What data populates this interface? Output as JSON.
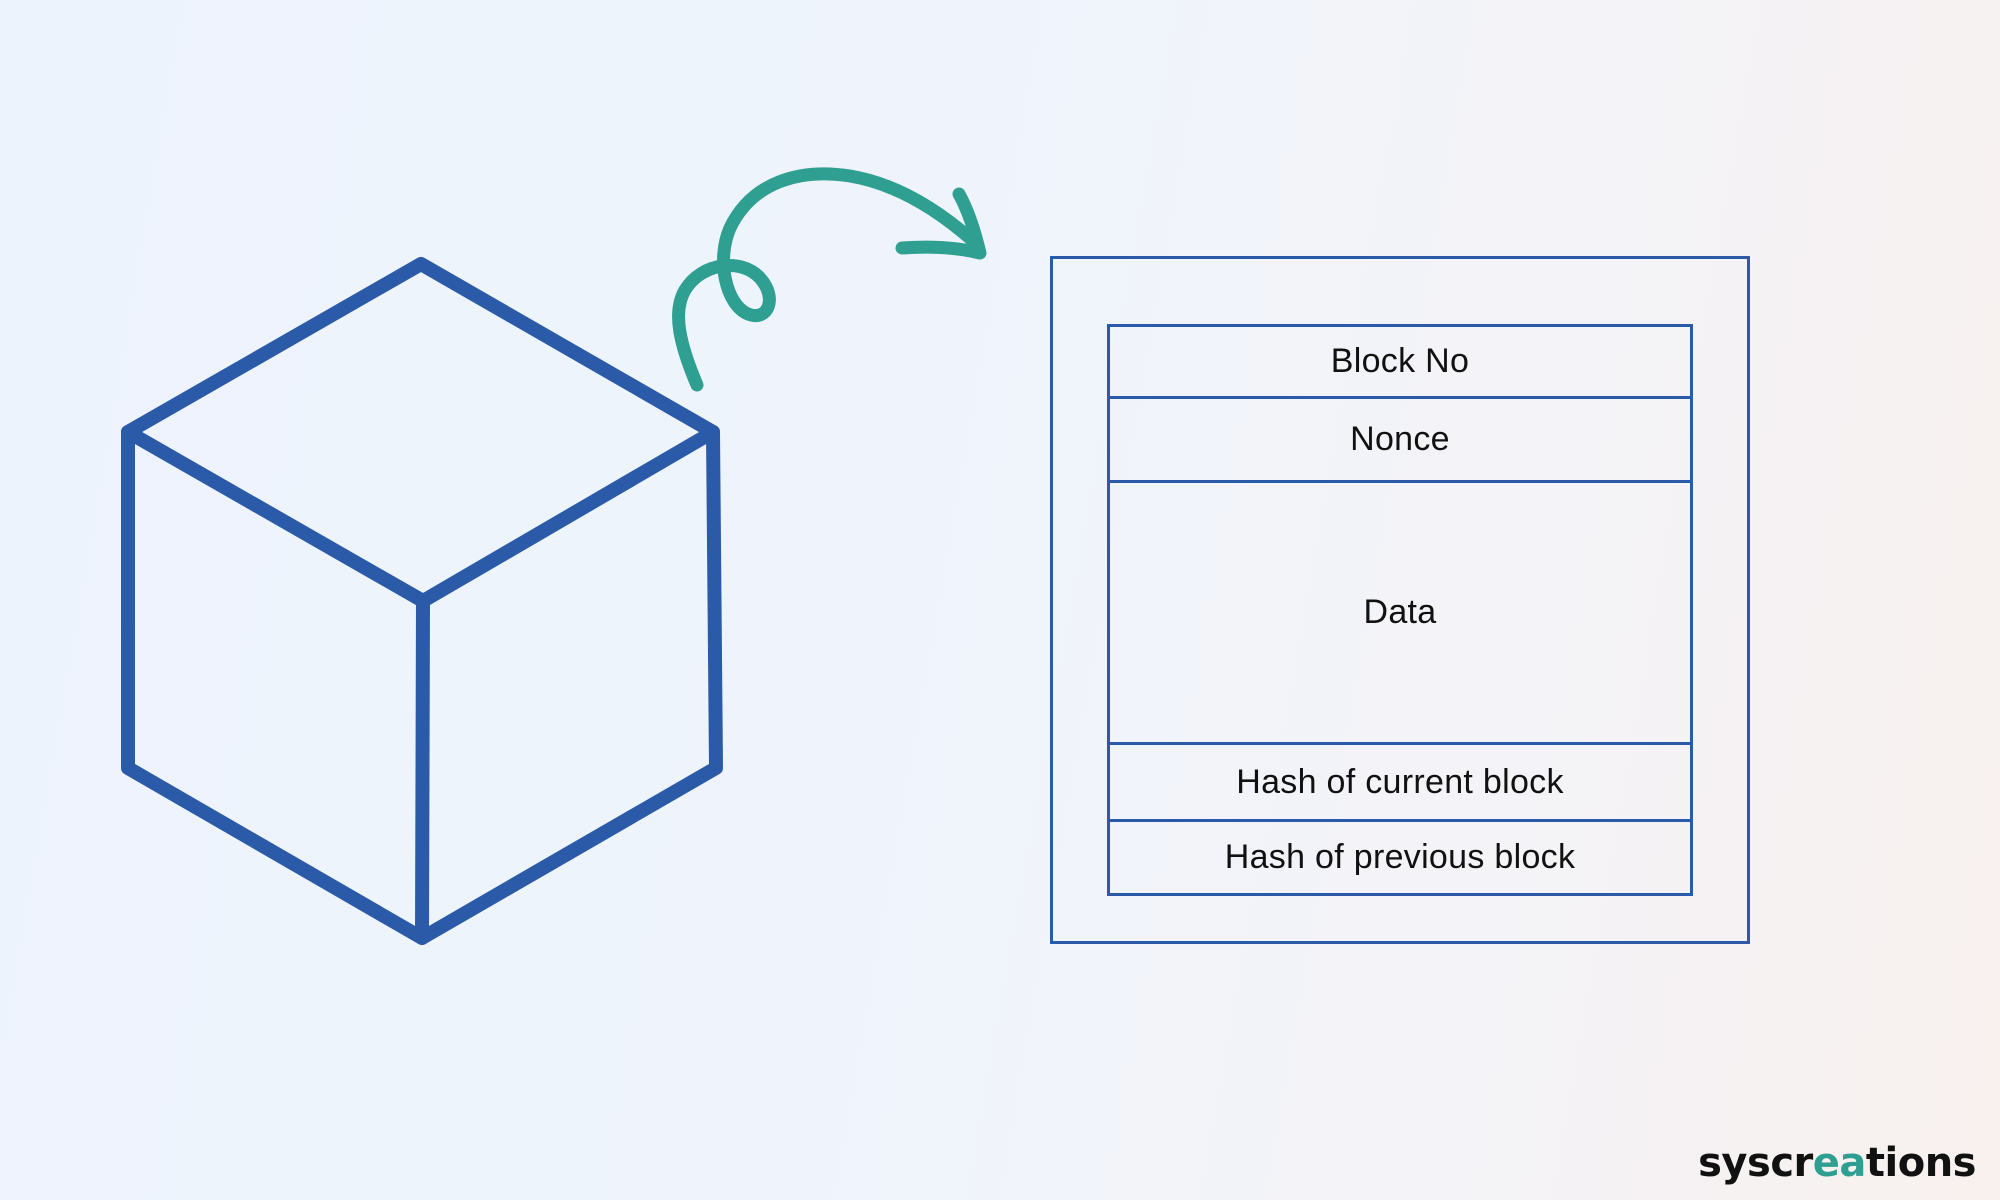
{
  "diagram": {
    "fields": [
      {
        "label": "Block No"
      },
      {
        "label": "Nonce"
      },
      {
        "label": "Data"
      },
      {
        "label": "Hash of current block"
      },
      {
        "label": "Hash of previous block"
      }
    ],
    "icons": {
      "cube": "cube-icon",
      "arrow": "curly-arrow-icon"
    },
    "colors": {
      "cube_stroke": "#2b5ba8",
      "box_stroke": "#2b5ba8",
      "arrow": "#2e9f91",
      "text": "#111111"
    }
  },
  "logo": {
    "text_start": "syscr",
    "text_mid": "ea",
    "text_end": "tions",
    "accent_color": "#2e9f91"
  }
}
